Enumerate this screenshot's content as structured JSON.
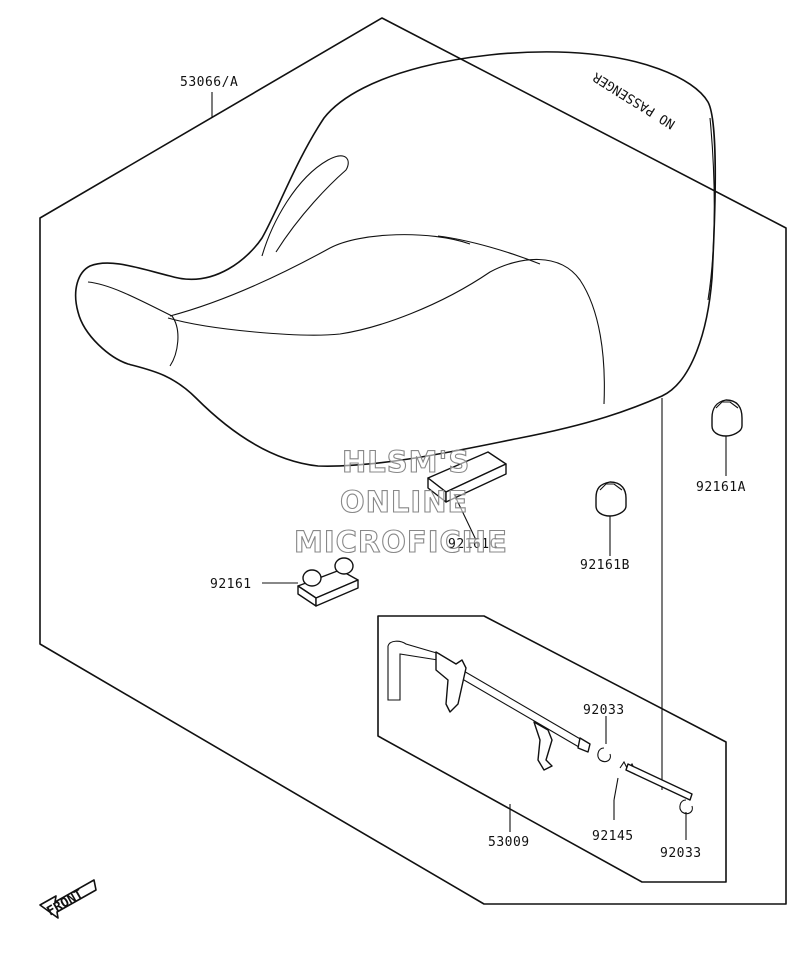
{
  "diagram": {
    "part_labels": {
      "seat_assembly": "53066/A",
      "hinge_set": "53009",
      "damper_a": "92161A",
      "damper_b": "92161B",
      "damper_c": "92161C",
      "damper": "92161",
      "clip_upper": "92033",
      "clip_lower": "92033",
      "spring": "92145"
    },
    "seat_print": "NO PASSENGER",
    "front_arrow": "FRONT",
    "watermark": [
      "HLSM'S",
      "ONLINE",
      "MICROFICHE"
    ]
  }
}
